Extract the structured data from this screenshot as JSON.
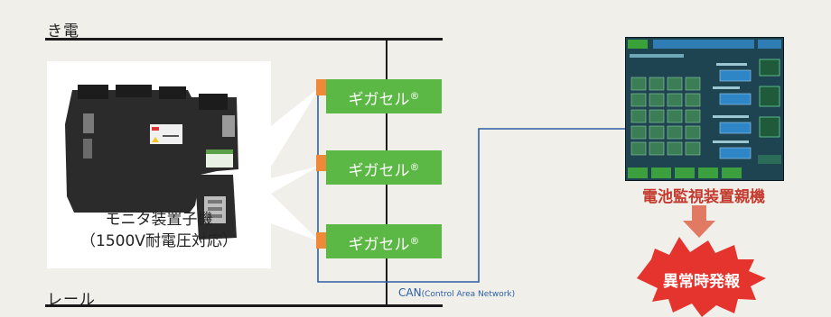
{
  "diagram": {
    "trolley_wire_label": "き電",
    "rail_label": "レール",
    "monitor": {
      "line1": "モニタ装置子機",
      "line2": "（1500V耐電圧対応）"
    },
    "cells": [
      {
        "label": "ギガセル",
        "mark": "®"
      },
      {
        "label": "ギガセル",
        "mark": "®"
      },
      {
        "label": "ギガセル",
        "mark": "®"
      }
    ],
    "can": {
      "main": "CAN",
      "sub": "(Control Area Network)"
    },
    "parent_unit_label": "電池監視装置親機",
    "alarm_label": "異常時発報",
    "colors": {
      "cell_green": "#5cb844",
      "terminal_orange": "#ec8a3a",
      "can_blue": "#2d5fa3",
      "arrow_salmon": "#e07a63",
      "alarm_red": "#e5342d",
      "parent_label_red": "#c43a2e",
      "background": "#f1efea"
    }
  }
}
